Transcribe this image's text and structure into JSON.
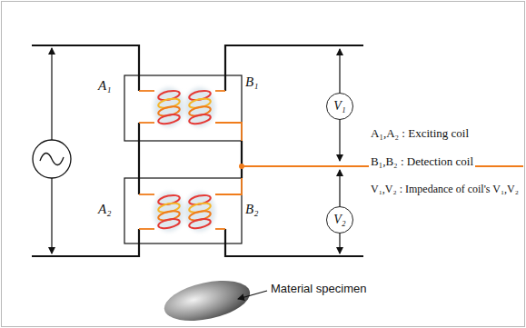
{
  "diagram": {
    "nodes": [
      {
        "text": [
          "V₁"
        ]
      },
      {
        "text": [
          "V₂"
        ]
      }
    ],
    "labels": [
      "A₁",
      "B₁",
      "A₂",
      "B₂",
      "A₁,A₂ : Exciting coil",
      "B₁,B₂ : Detection coil",
      "V₁,V₂ : Impedance of coil's V₁,V₂",
      "Material specimen"
    ]
  }
}
